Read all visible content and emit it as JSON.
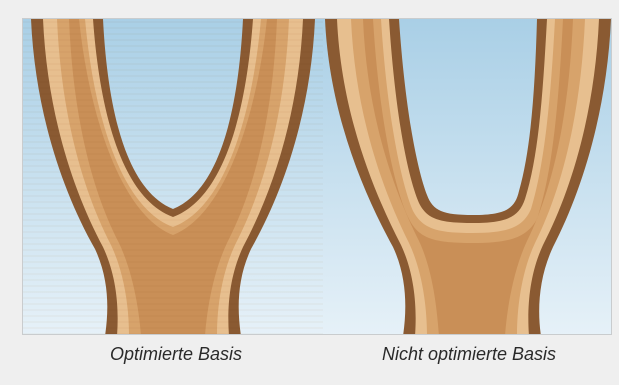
{
  "captions": {
    "left": "Optimierte Basis",
    "right": "Nicht optimierte Basis"
  },
  "colors": {
    "sky_top": "#a9cfe6",
    "sky_bottom": "#e6f1f8",
    "bark": "#8a5a32",
    "wood_light": "#e7bf8f",
    "wood_mid": "#d7a36b",
    "wood_core": "#c98f57",
    "frame_bg": "#efefef"
  },
  "icons": [
    "tree-fork-optimized-graphic",
    "tree-fork-unoptimized-graphic"
  ]
}
